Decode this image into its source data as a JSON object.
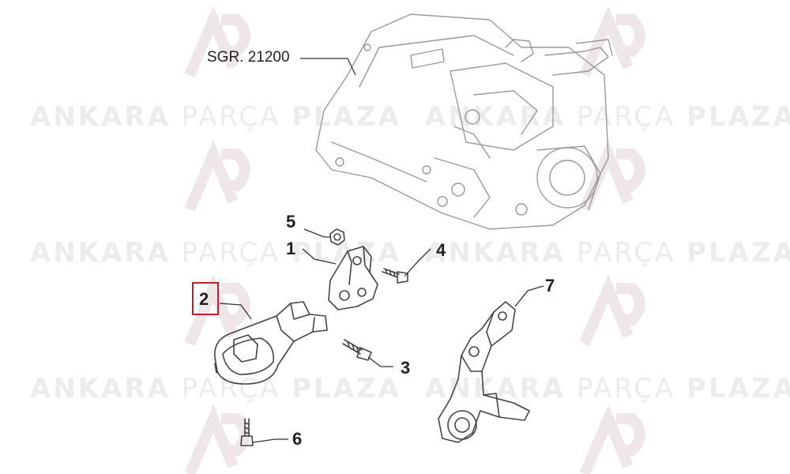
{
  "watermark": {
    "word_bold_1": "ANKARA",
    "word_light": "PARÇA",
    "word_bold_2": "PLAZA"
  },
  "reference": {
    "label": "SGR. 21200"
  },
  "callouts": [
    {
      "id": "1",
      "label": "1"
    },
    {
      "id": "2",
      "label": "2",
      "highlighted": true
    },
    {
      "id": "3",
      "label": "3"
    },
    {
      "id": "4",
      "label": "4"
    },
    {
      "id": "5",
      "label": "5"
    },
    {
      "id": "6",
      "label": "6"
    },
    {
      "id": "7",
      "label": "7"
    }
  ],
  "colors": {
    "highlight": "#c0202a",
    "line": "#333333",
    "watermark": "#ececec"
  }
}
